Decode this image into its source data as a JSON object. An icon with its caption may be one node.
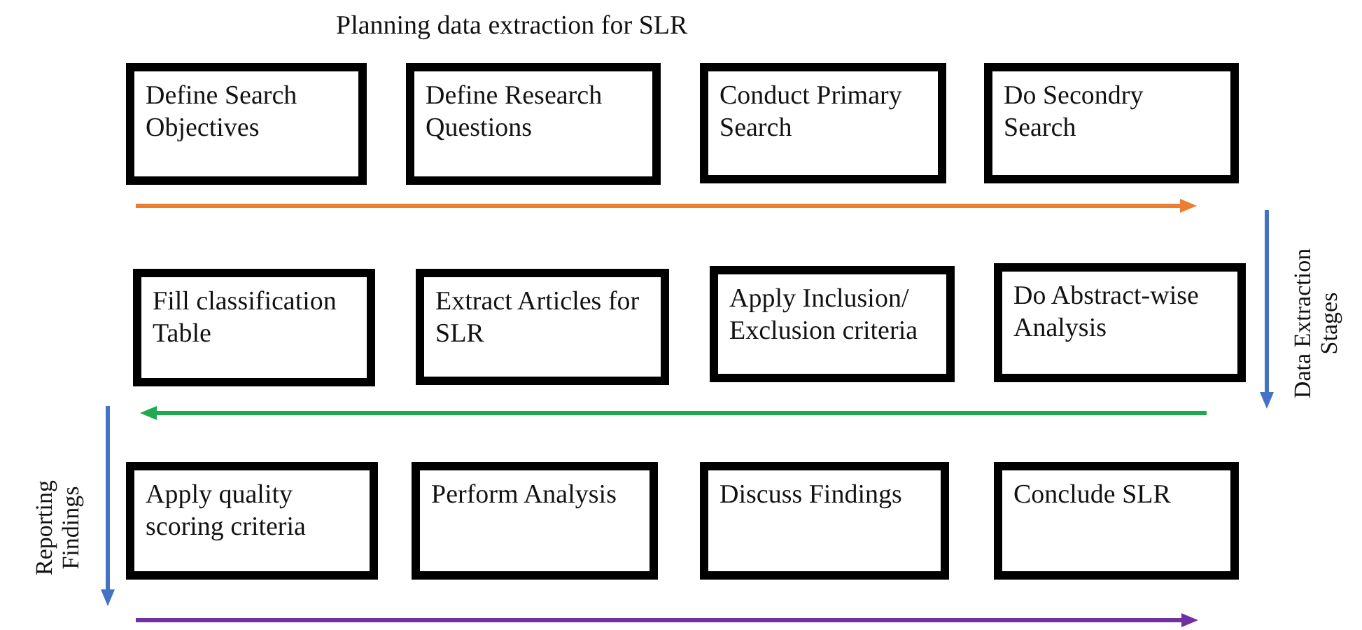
{
  "diagram": {
    "title": "Planning data extraction for SLR",
    "nodes": [
      {
        "text": [
          "Define Search Objectives"
        ]
      },
      {
        "text": [
          "Define Research Questions"
        ]
      },
      {
        "text": [
          "Conduct Primary Search"
        ]
      },
      {
        "text": [
          "Do Secondry Search"
        ]
      },
      {
        "text": [
          "Fill classification Table"
        ]
      },
      {
        "text": [
          "Extract Articles for SLR"
        ]
      },
      {
        "text": [
          "Apply Inclusion/ Exclusion criteria"
        ]
      },
      {
        "text": [
          "Do Abstract-wise Analysis"
        ]
      },
      {
        "text": [
          "Apply quality scoring criteria"
        ]
      },
      {
        "text": [
          "Perform Analysis"
        ]
      },
      {
        "text": [
          "Discuss Findings"
        ]
      },
      {
        "text": [
          "Conclude SLR"
        ]
      }
    ],
    "labels": [
      "Data Extraction Stages",
      "Reporting Findings"
    ]
  }
}
